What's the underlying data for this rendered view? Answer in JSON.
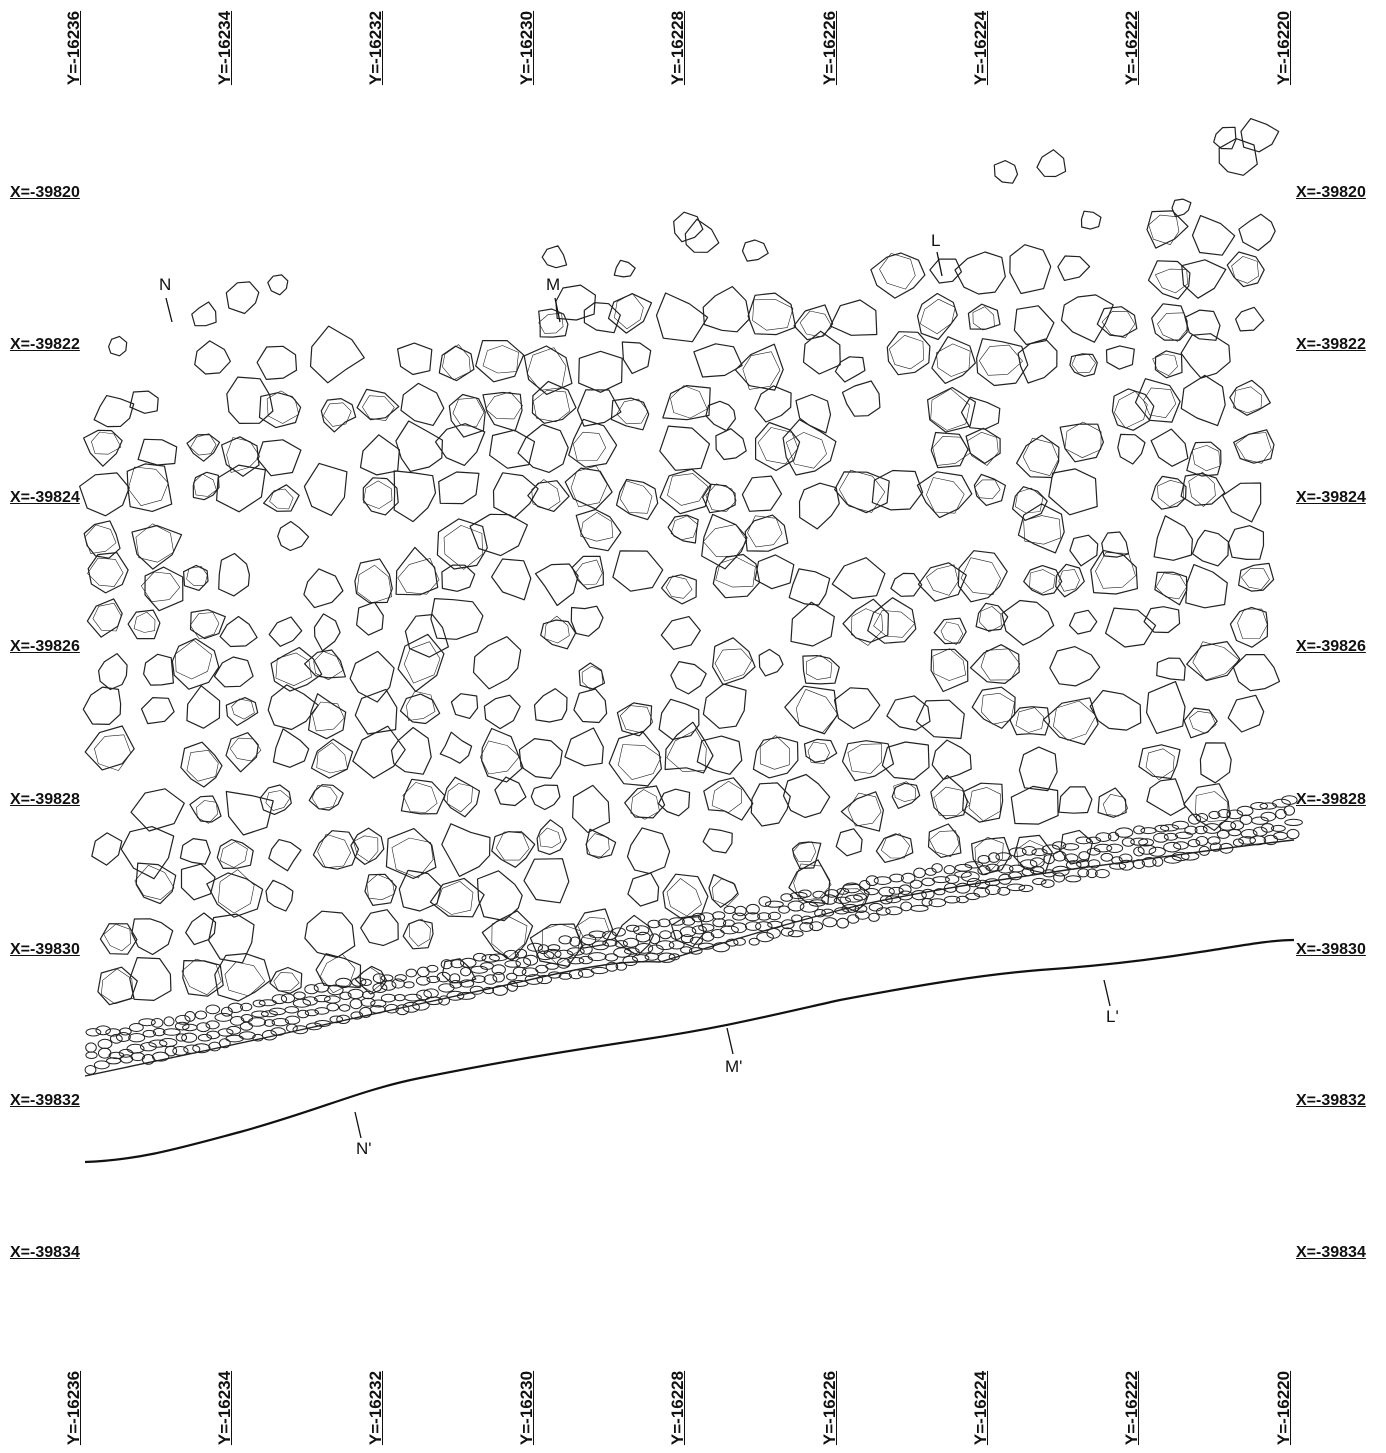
{
  "y_grid_top": [
    "Y=-16236",
    "Y=-16234",
    "Y=-16232",
    "Y=-16230",
    "Y=-16228",
    "Y=-16226",
    "Y=-16224",
    "Y=-16222",
    "Y=-16220"
  ],
  "y_grid_bottom": [
    "Y=-16236",
    "Y=-16234",
    "Y=-16232",
    "Y=-16230",
    "Y=-16228",
    "Y=-16226",
    "Y=-16224",
    "Y=-16222",
    "Y=-16220"
  ],
  "x_grid_left": [
    "X=-39820",
    "X=-39822",
    "X=-39824",
    "X=-39826",
    "X=-39828",
    "X=-39830",
    "X=-39832",
    "X=-39834"
  ],
  "x_grid_right": [
    "X=-39820",
    "X=-39822",
    "X=-39824",
    "X=-39826",
    "X=-39828",
    "X=-39830",
    "X=-39832",
    "X=-39834"
  ],
  "section_labels": {
    "top": [
      "N",
      "M",
      "L"
    ],
    "bottom": [
      "N'",
      "M'",
      "L'"
    ]
  },
  "colors": {
    "ink": "#111111",
    "paper": "#ffffff"
  }
}
